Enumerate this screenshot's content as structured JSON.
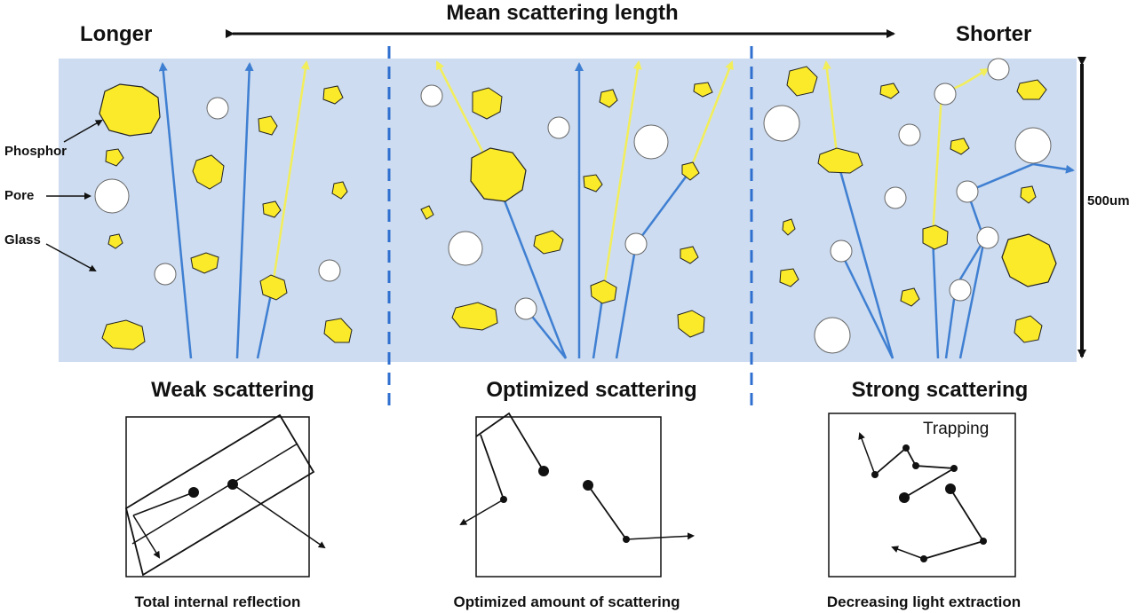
{
  "header": {
    "title": "Mean scattering length",
    "left_label": "Longer",
    "right_label": "Shorter"
  },
  "labels": {
    "phosphor": "Phosphor",
    "pore": "Pore",
    "glass": "Glass",
    "thickness": "500um"
  },
  "regimes": [
    {
      "title": "Weak scattering",
      "caption": "Total internal reflection",
      "note": ""
    },
    {
      "title": "Optimized scattering",
      "caption": "Optimized amount of scattering",
      "note": ""
    },
    {
      "title": "Strong scattering",
      "caption": "Decreasing light extraction",
      "note": "Trapping"
    }
  ],
  "colors": {
    "glass": "#cddcf0",
    "phosphor": "#fbea2a",
    "pore": "#ffffff",
    "blue_ray": "#3f7fd2",
    "yellow_ray": "#f2ee5a",
    "divider": "#2f6fcf"
  }
}
